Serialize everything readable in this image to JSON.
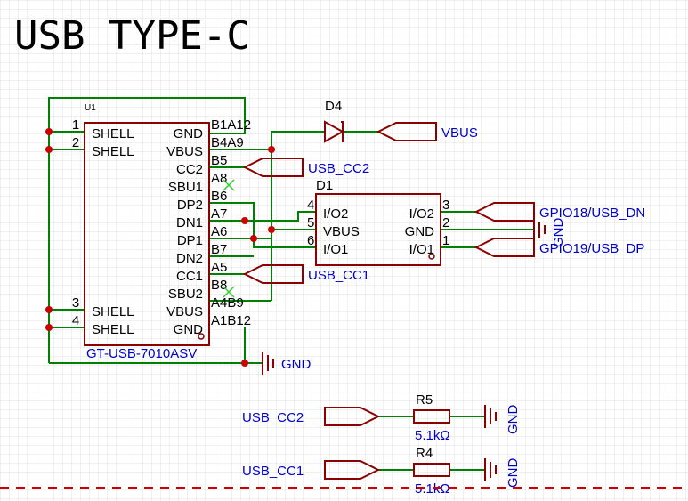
{
  "title": "USB TYPE-C",
  "colors": {
    "wire": "#008000",
    "component": "#8B0000",
    "net_label": "#0000CC",
    "pin_text": "#000000",
    "junction": "#CC0000",
    "noconnect": "#33CC33",
    "grid": "#DDDDDD",
    "border": "#CC0000"
  },
  "u1": {
    "ref": "U1",
    "part": "GT-USB-7010ASV",
    "pins": [
      {
        "num": "1",
        "name": "SHELL"
      },
      {
        "num": "2",
        "name": "SHELL"
      },
      {
        "num": "3",
        "name": "SHELL"
      },
      {
        "num": "4",
        "name": "SHELL"
      },
      {
        "num": "B1A12",
        "name": "GND"
      },
      {
        "num": "B4A9",
        "name": "VBUS"
      },
      {
        "num": "B5",
        "name": "CC2"
      },
      {
        "num": "A8",
        "name": "SBU1"
      },
      {
        "num": "B6",
        "name": "DP2"
      },
      {
        "num": "A7",
        "name": "DN1"
      },
      {
        "num": "A6",
        "name": "DP1"
      },
      {
        "num": "B7",
        "name": "DN2"
      },
      {
        "num": "A5",
        "name": "CC1"
      },
      {
        "num": "B8",
        "name": "SBU2"
      },
      {
        "num": "A4B9",
        "name": "VBUS"
      },
      {
        "num": "A1B12",
        "name": "GND"
      }
    ]
  },
  "d4": {
    "ref": "D4"
  },
  "d1": {
    "ref": "D1",
    "pins": [
      {
        "num": "4",
        "name": "I/O2"
      },
      {
        "num": "5",
        "name": "VBUS"
      },
      {
        "num": "6",
        "name": "I/O1"
      },
      {
        "num": "3",
        "name": "I/O2"
      },
      {
        "num": "2",
        "name": "GND"
      },
      {
        "num": "1",
        "name": "I/O1"
      }
    ]
  },
  "r5": {
    "ref": "R5",
    "value": "5.1kΩ"
  },
  "r4": {
    "ref": "R4",
    "value": "5.1kΩ"
  },
  "nets": {
    "vbus": "VBUS",
    "usb_cc2": "USB_CC2",
    "usb_cc1": "USB_CC1",
    "gpio18": "GPIO18/USB_DN",
    "gpio19": "GPIO19/USB_DP",
    "gnd": "GND"
  }
}
